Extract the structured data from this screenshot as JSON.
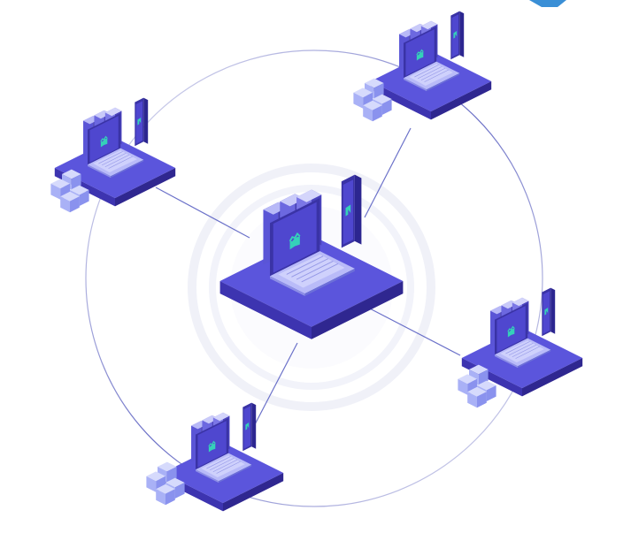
{
  "diagram": {
    "hub": {
      "logo": "m-logo-icon"
    },
    "nodes": [
      {
        "id": "node-top-right",
        "logo": "m-logo-icon"
      },
      {
        "id": "node-left",
        "logo": "m-logo-icon"
      },
      {
        "id": "node-right",
        "logo": "m-logo-icon"
      },
      {
        "id": "node-bottom",
        "logo": "m-logo-icon"
      }
    ],
    "links": [
      [
        "hub",
        "node-top-right"
      ],
      [
        "hub",
        "node-left"
      ],
      [
        "hub",
        "node-right"
      ],
      [
        "hub",
        "node-bottom"
      ]
    ],
    "colors": {
      "platform_top": "#5b55dc",
      "platform_side": "#3d34b0",
      "platform_front": "#2f2790",
      "server": "#5a55d6",
      "server_light": "#9fa0f0",
      "screen_frame": "#3a33a6",
      "screen": "#4f47cf",
      "logo": "#35d0b9",
      "keyboard": "#c7c8fb",
      "cube": "#a9b1f6",
      "line": "#6b71c9"
    }
  }
}
